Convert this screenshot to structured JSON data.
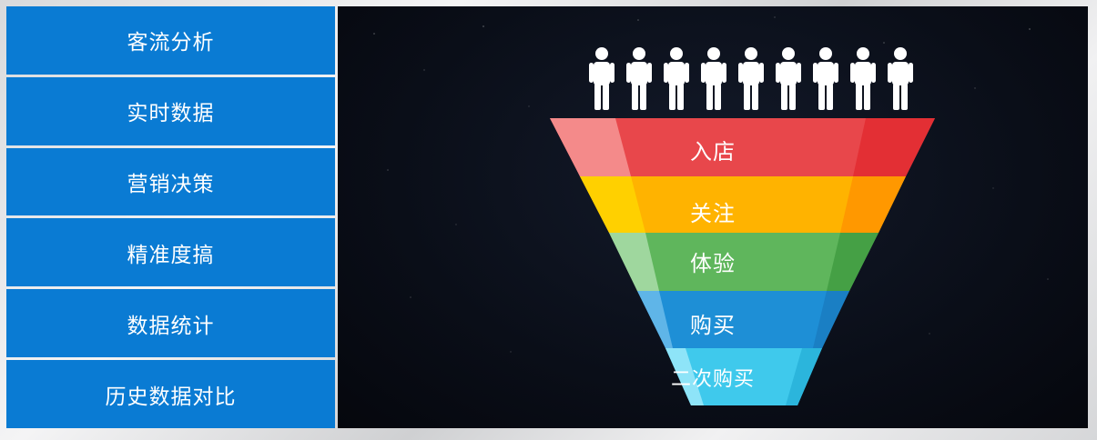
{
  "menu": {
    "items": [
      {
        "label": "客流分析"
      },
      {
        "label": "实时数据"
      },
      {
        "label": "营销决策"
      },
      {
        "label": "精准度搞"
      },
      {
        "label": "数据统计"
      },
      {
        "label": "历史数据对比"
      }
    ]
  },
  "funnel": {
    "icons": [
      "person-icon",
      "person-icon",
      "person-icon",
      "person-icon",
      "person-icon",
      "person-icon",
      "person-icon",
      "person-icon",
      "person-icon"
    ],
    "stages": [
      {
        "label": "入店",
        "color": "#e8474b"
      },
      {
        "label": "关注",
        "color": "#ffb300"
      },
      {
        "label": "体验",
        "color": "#5fb65c"
      },
      {
        "label": "购买",
        "color": "#1e8fd6"
      },
      {
        "label": "二次购买",
        "color": "#3fc9ec"
      }
    ]
  }
}
